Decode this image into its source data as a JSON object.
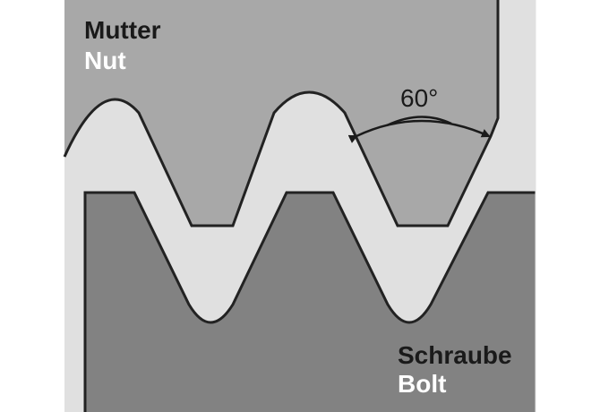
{
  "nut": {
    "label_de": "Mutter",
    "label_en": "Nut",
    "fill_color": "#a8a8a8"
  },
  "bolt": {
    "label_de": "Schraube",
    "label_en": "Bolt",
    "fill_color": "#828282"
  },
  "gap_color": "#e0e0e0",
  "outline_color": "#222222",
  "angle_label": "60°"
}
